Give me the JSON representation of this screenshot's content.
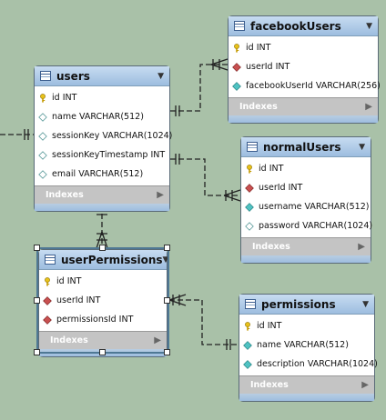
{
  "tables": {
    "facebookUsers": {
      "name": "facebookUsers",
      "columns": [
        {
          "text": "id INT",
          "icon": "primary-key-icon"
        },
        {
          "text": "userId INT",
          "icon": "foreign-key-icon"
        },
        {
          "text": "facebookUserId VARCHAR(256)",
          "icon": "indexed-column-icon"
        }
      ],
      "indexes_label": "Indexes"
    },
    "users": {
      "name": "users",
      "columns": [
        {
          "text": "id INT",
          "icon": "primary-key-icon"
        },
        {
          "text": "name VARCHAR(512)",
          "icon": "column-icon"
        },
        {
          "text": "sessionKey VARCHAR(1024)",
          "icon": "column-icon"
        },
        {
          "text": "sessionKeyTimestamp INT",
          "icon": "column-icon"
        },
        {
          "text": "email VARCHAR(512)",
          "icon": "column-icon"
        }
      ],
      "indexes_label": "Indexes"
    },
    "normalUsers": {
      "name": "normalUsers",
      "columns": [
        {
          "text": "id INT",
          "icon": "primary-key-icon"
        },
        {
          "text": "userId INT",
          "icon": "foreign-key-icon"
        },
        {
          "text": "username VARCHAR(512)",
          "icon": "indexed-column-icon"
        },
        {
          "text": "password VARCHAR(1024)",
          "icon": "column-icon"
        }
      ],
      "indexes_label": "Indexes"
    },
    "userPermissions": {
      "name": "userPermissions",
      "columns": [
        {
          "text": "id INT",
          "icon": "primary-key-icon"
        },
        {
          "text": "userId INT",
          "icon": "foreign-key-icon"
        },
        {
          "text": "permissionsId INT",
          "icon": "foreign-key-icon"
        }
      ],
      "indexes_label": "Indexes"
    },
    "permissions": {
      "name": "permissions",
      "columns": [
        {
          "text": "id INT",
          "icon": "primary-key-icon"
        },
        {
          "text": "name VARCHAR(512)",
          "icon": "indexed-column-icon"
        },
        {
          "text": "description VARCHAR(1024)",
          "icon": "indexed-column-icon"
        }
      ],
      "indexes_label": "Indexes"
    }
  },
  "relationships": [
    {
      "from": "users",
      "to": "facebookUsers",
      "notation": "one-to-many"
    },
    {
      "from": "users",
      "to": "normalUsers",
      "notation": "one-to-many"
    },
    {
      "from": "users",
      "to": "userPermissions",
      "notation": "one-to-many"
    },
    {
      "from": "permissions",
      "to": "userPermissions",
      "notation": "one-to-many"
    }
  ],
  "selected_table": "userPermissions",
  "colors": {
    "canvas": "#a9c1a8",
    "header": "#9dbddf",
    "indexes_bar": "#c4c4c4",
    "primary_key": "#e8c21a",
    "foreign_key": "#c85050",
    "indexed_column": "#4fc2c2",
    "connector": "#222222"
  }
}
